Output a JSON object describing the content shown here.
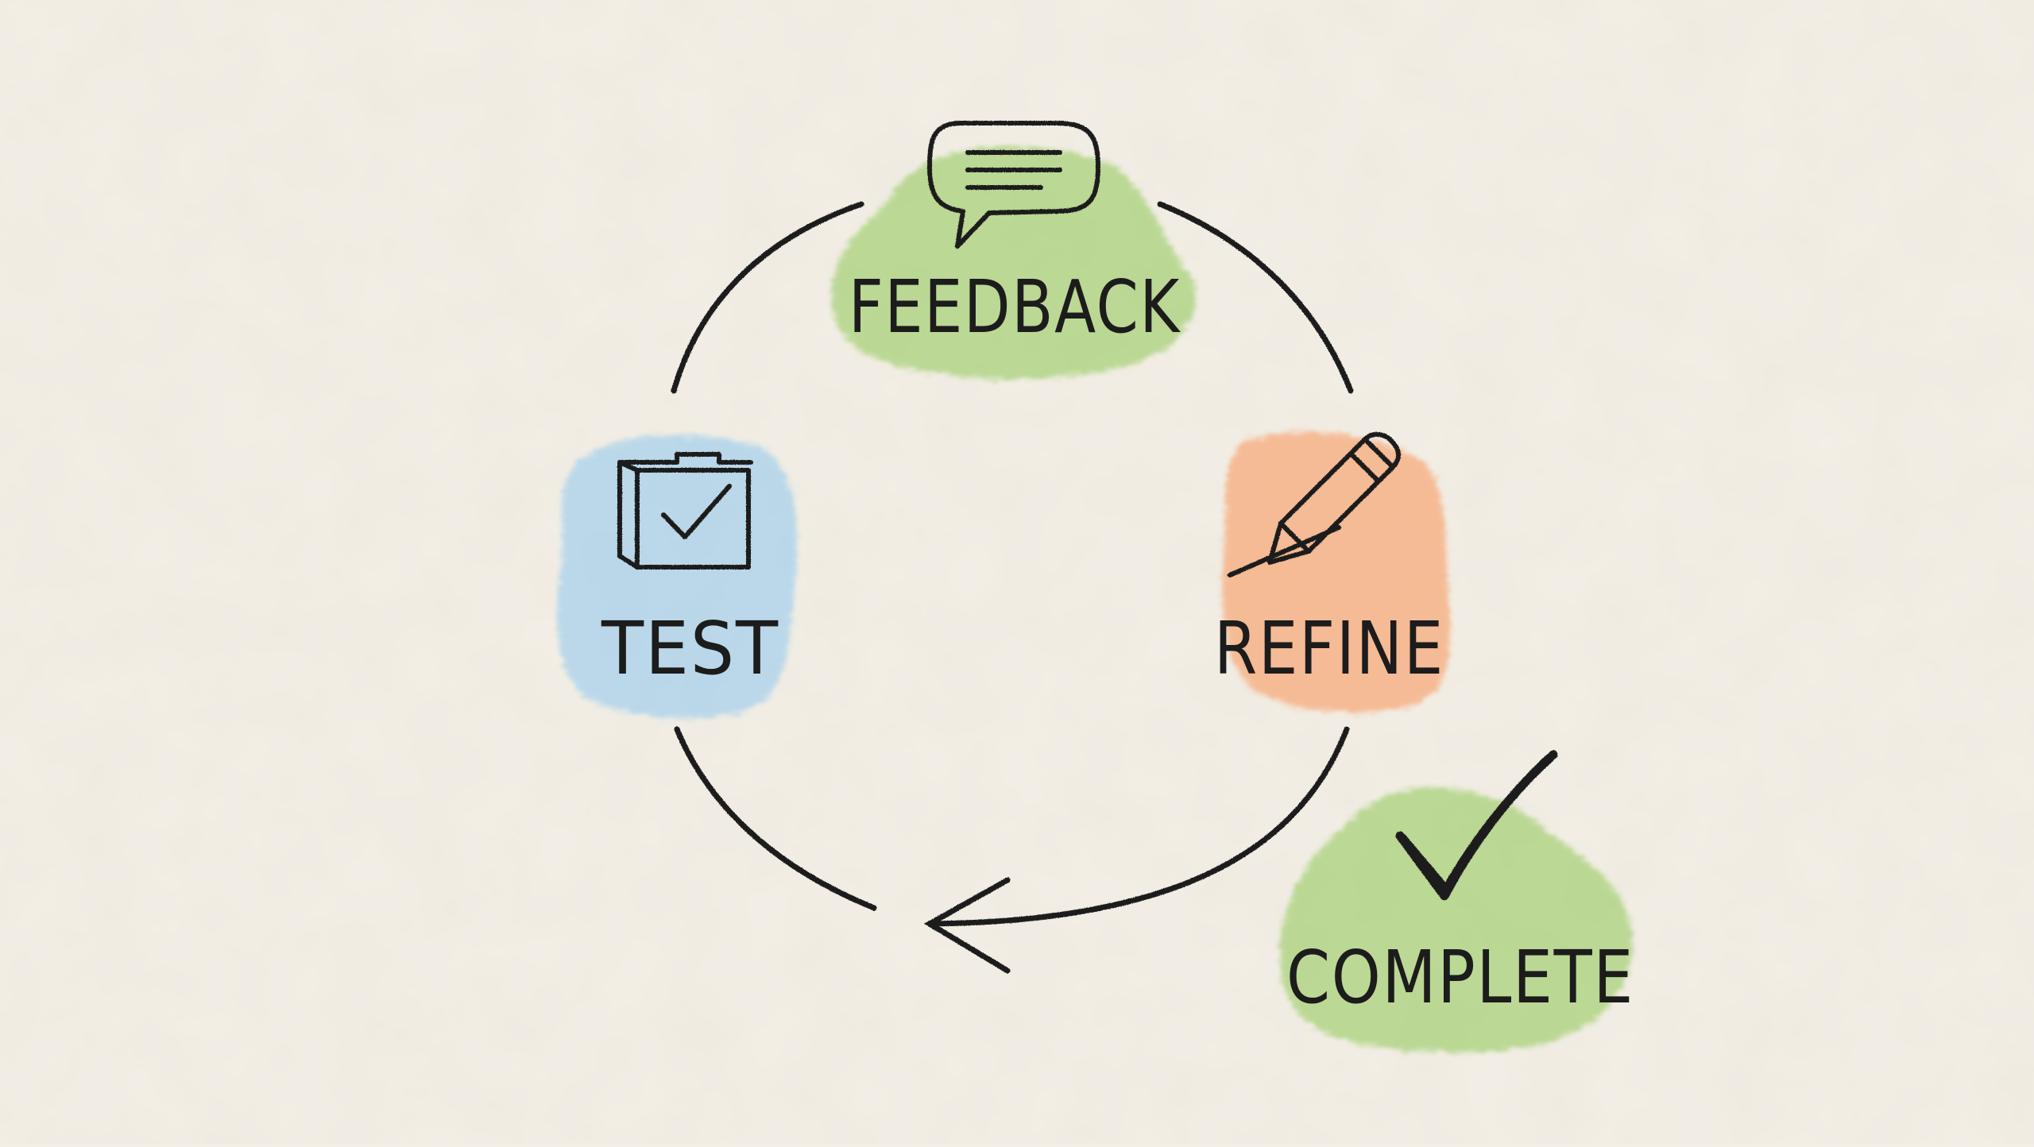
{
  "colors": {
    "background": "#f3efe6",
    "ink": "#1c1c1c",
    "feedback_blob": "#a9d17a",
    "test_blob": "#a8d1ec",
    "refine_blob": "#f7ab7c",
    "complete_blob": "#a9d17a"
  },
  "steps": {
    "feedback": {
      "label": "FEEDBACK",
      "icon": "speech-bubble-icon"
    },
    "test": {
      "label": "TEST",
      "icon": "clipboard-check-icon"
    },
    "refine": {
      "label": "REFINE",
      "icon": "pencil-icon"
    },
    "complete": {
      "label": "COMPLETE",
      "icon": "checkmark-icon"
    }
  }
}
